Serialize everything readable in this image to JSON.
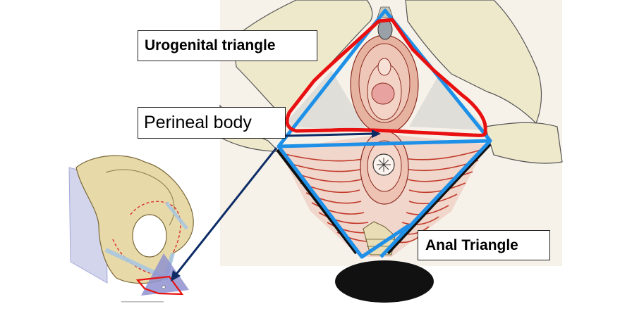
{
  "labels": {
    "urogenital": "Urogenital triangle",
    "perineal_body": "Perineal body",
    "anal": "Anal Triangle"
  },
  "colors": {
    "triangle_outline": "#1e90e8",
    "perineal_outline": "#e81010",
    "pointer_arrow": "#0d2c66",
    "bone": "#ede7c6",
    "muscle": "#e9b9a6",
    "fiber": "#c23a2a",
    "plane": "#8f92d0"
  },
  "icons": {
    "pointer": "arrow-icon"
  }
}
